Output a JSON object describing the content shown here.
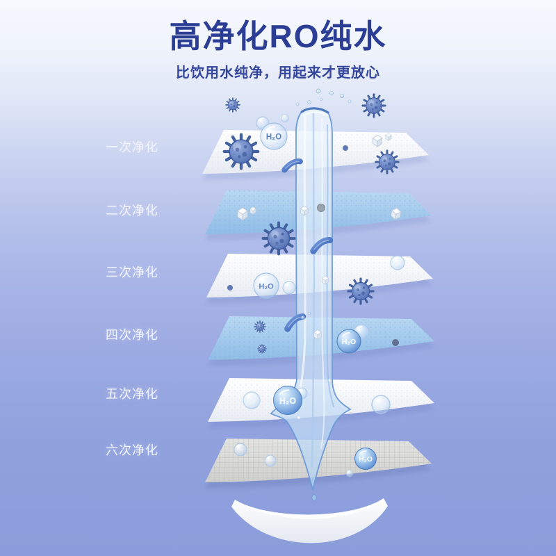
{
  "header": {
    "title": "高净化RO纯水",
    "subtitle": "比饮用水纯净，用起来才更放心"
  },
  "stages": [
    {
      "label": "一次净化",
      "sheet_color": "white"
    },
    {
      "label": "二次净化",
      "sheet_color": "blue"
    },
    {
      "label": "三次净化",
      "sheet_color": "white"
    },
    {
      "label": "四次净化",
      "sheet_color": "blue"
    },
    {
      "label": "五次净化",
      "sheet_color": "white"
    },
    {
      "label": "六次净化",
      "sheet_color": "gray-mesh"
    }
  ],
  "icons": {
    "h2o_label": "H₂O"
  },
  "colors": {
    "title_text": "#2B3D94",
    "subtitle_text": "#33459C",
    "stage_label_text": "#F2F5FD",
    "background_top": "#F6F9FE",
    "background_bottom": "#8A9DDA",
    "sheet_white": "#F7F9FB",
    "sheet_blue": "#A6CBEC",
    "sheet_mesh": "#DADAD8",
    "water_stream": "#C9DFF5",
    "virus_icon": "#4A67AC",
    "bacteria_icon": "#3A62B6"
  }
}
